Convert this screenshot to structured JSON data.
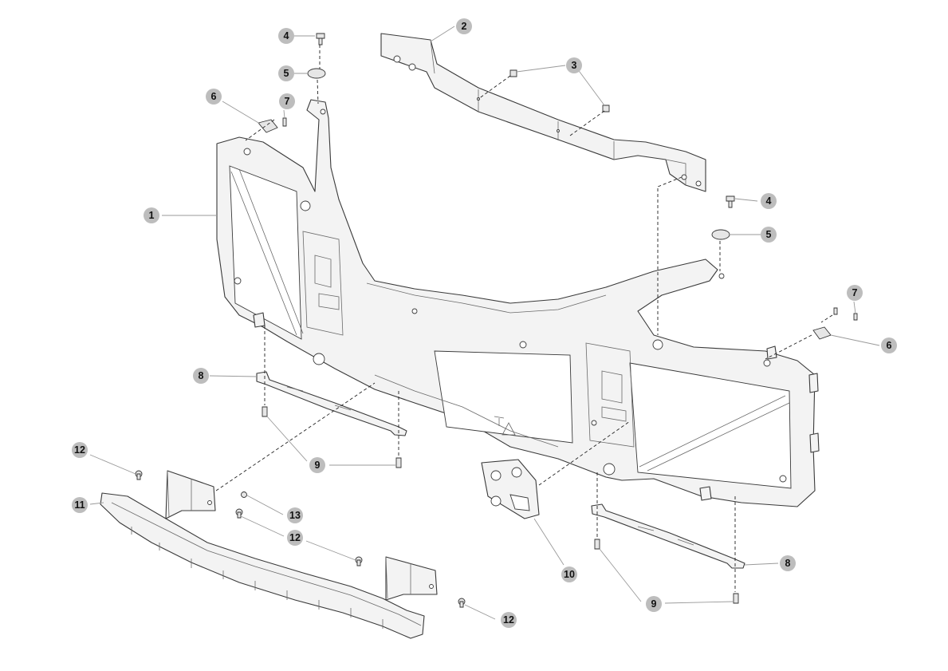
{
  "callouts": [
    {
      "id": "c1",
      "label": "1"
    },
    {
      "id": "c2",
      "label": "2"
    },
    {
      "id": "c3",
      "label": "3"
    },
    {
      "id": "c4a",
      "label": "4"
    },
    {
      "id": "c4b",
      "label": "4"
    },
    {
      "id": "c5a",
      "label": "5"
    },
    {
      "id": "c5b",
      "label": "5"
    },
    {
      "id": "c6a",
      "label": "6"
    },
    {
      "id": "c6b",
      "label": "6"
    },
    {
      "id": "c7a",
      "label": "7"
    },
    {
      "id": "c7b",
      "label": "7"
    },
    {
      "id": "c8a",
      "label": "8"
    },
    {
      "id": "c8b",
      "label": "8"
    },
    {
      "id": "c9a",
      "label": "9"
    },
    {
      "id": "c9b",
      "label": "9"
    },
    {
      "id": "c10",
      "label": "10"
    },
    {
      "id": "c11",
      "label": "11"
    },
    {
      "id": "c12a",
      "label": "12"
    },
    {
      "id": "c12b",
      "label": "12"
    },
    {
      "id": "c12c",
      "label": "12"
    },
    {
      "id": "c13",
      "label": "13"
    }
  ],
  "colors": {
    "callout_fill": "#bdbdbd",
    "line": "#3a3a3a",
    "leader": "#9a9a9a"
  }
}
